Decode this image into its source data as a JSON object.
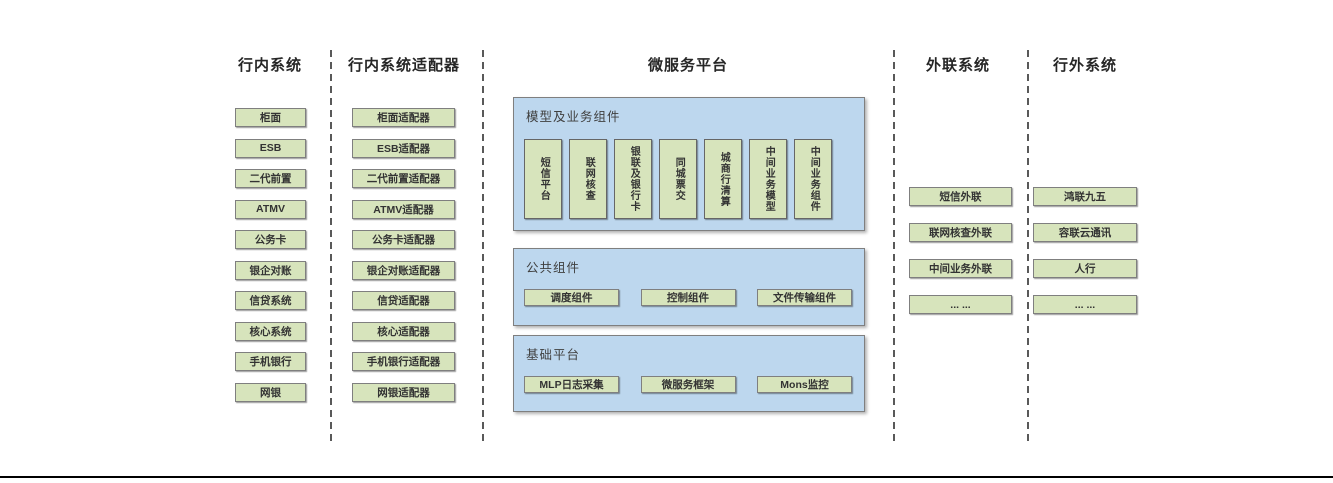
{
  "diagram": {
    "columns": [
      {
        "title": "行内系统",
        "items": [
          "柜面",
          "ESB",
          "二代前置",
          "ATMV",
          "公务卡",
          "银企对账",
          "信贷系统",
          "核心系统",
          "手机银行",
          "网银"
        ]
      },
      {
        "title": "行内系统适配器",
        "items": [
          "柜面适配器",
          "ESB适配器",
          "二代前置适配器",
          "ATMV适配器",
          "公务卡适配器",
          "银企对账适配器",
          "信贷适配器",
          "核心适配器",
          "手机银行适配器",
          "网银适配器"
        ]
      },
      {
        "title": "微服务平台",
        "groups": [
          {
            "title": "模型及业务组件",
            "items": [
              "短信平台",
              "联网核查",
              "银联及银行卡",
              "同城票交",
              "城商行清算",
              "中间业务模型",
              "中间业务组件"
            ]
          },
          {
            "title": "公共组件",
            "items": [
              "调度组件",
              "控制组件",
              "文件传输组件"
            ]
          },
          {
            "title": "基础平台",
            "items": [
              "MLP日志采集",
              "微服务框架",
              "Mons监控"
            ]
          }
        ]
      },
      {
        "title": "外联系统",
        "items": [
          "短信外联",
          "联网核查外联",
          "中间业务外联",
          "... ..."
        ]
      },
      {
        "title": "行外系统",
        "items": [
          "鸿联九五",
          "容联云通讯",
          "人行",
          "... ..."
        ]
      }
    ],
    "colors": {
      "box_fill": "#d7e4bc",
      "box_border": "#7f7f7f",
      "panel_fill": "#bdd7ee",
      "panel_border": "#7f7f7f",
      "divider": "#595959",
      "bottom_line": "#000000"
    }
  }
}
